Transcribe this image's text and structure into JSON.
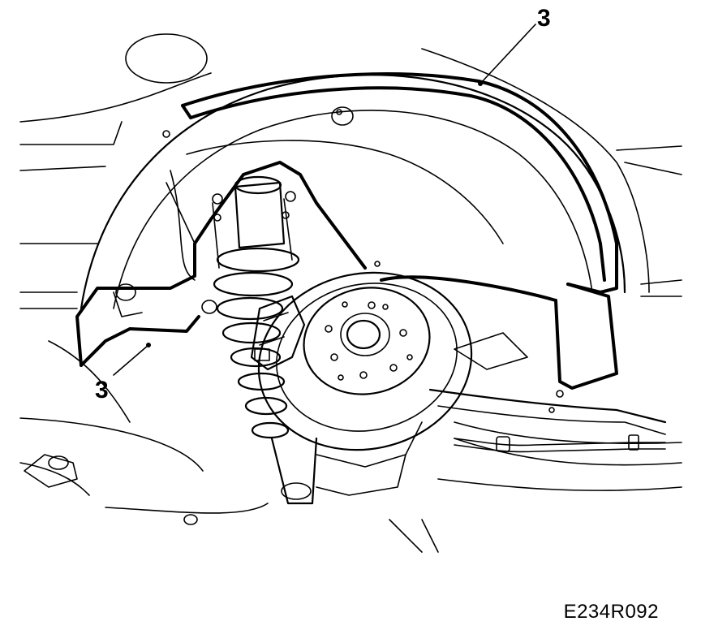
{
  "callouts": {
    "top_label": "3",
    "bottom_label": "3"
  },
  "figure_code": "E234R092"
}
